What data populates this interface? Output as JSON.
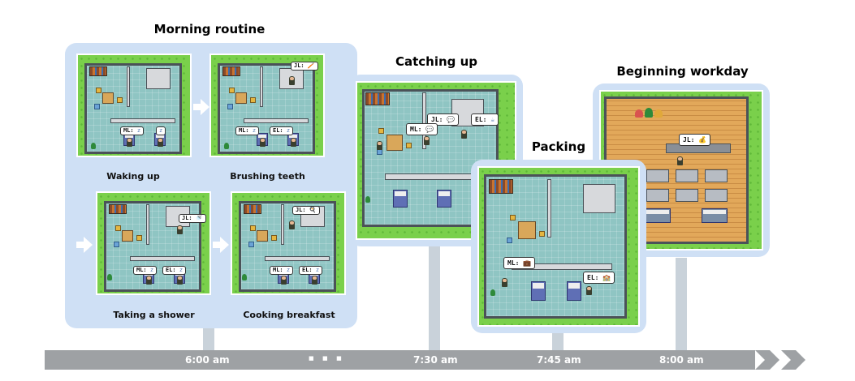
{
  "sections": {
    "morning": {
      "title": "Morning routine"
    },
    "catching_up": {
      "title": "Catching up"
    },
    "packing": {
      "title": "Packing"
    },
    "workday": {
      "title": "Beginning workday"
    }
  },
  "captions": {
    "waking_up": "Waking up",
    "brushing_teeth": "Brushing teeth",
    "taking_shower": "Taking a shower",
    "cooking_breakfast": "Cooking breakfast"
  },
  "timeline": {
    "t1": "6:00 am",
    "ellipsis": "■ ■ ■",
    "t2": "7:30 am",
    "t3": "7:45 am",
    "t4": "8:00 am"
  },
  "bubbles": {
    "waking_ml": "ML:",
    "waking_ml_icon": "z",
    "waking_el_icon": "z",
    "brushing_jl": "JL:",
    "brushing_jl_icon": "🪥",
    "brushing_ml": "ML:",
    "brushing_ml_icon": "z",
    "brushing_el": "EL:",
    "brushing_el_icon": "z",
    "shower_jl": "JL:",
    "shower_jl_icon": "🚿",
    "shower_ml": "ML:",
    "shower_ml_icon": "z",
    "shower_el": "EL:",
    "shower_el_icon": "z",
    "cook_jl": "JL:",
    "cook_jl_icon": "🍳",
    "cook_ml": "ML:",
    "cook_ml_icon": "z",
    "cook_el": "EL:",
    "cook_el_icon": "z",
    "catch_jl": "JL:",
    "catch_jl_icon": "💬",
    "catch_ml": "ML:",
    "catch_ml_icon": "💬",
    "catch_el": "EL:",
    "catch_el_icon": "☕",
    "pack_ml": "ML:",
    "pack_ml_icon": "💼",
    "pack_el": "EL:",
    "pack_el_icon": "🏫",
    "work_jl": "JL:",
    "work_jl_icon": "💰"
  },
  "colors": {
    "panel": "#cfe0f5",
    "timeline": "#9ea1a4",
    "grass": "#7ad04b",
    "floor": "#8fc5c3",
    "wood_floor": "#e2a85a"
  }
}
